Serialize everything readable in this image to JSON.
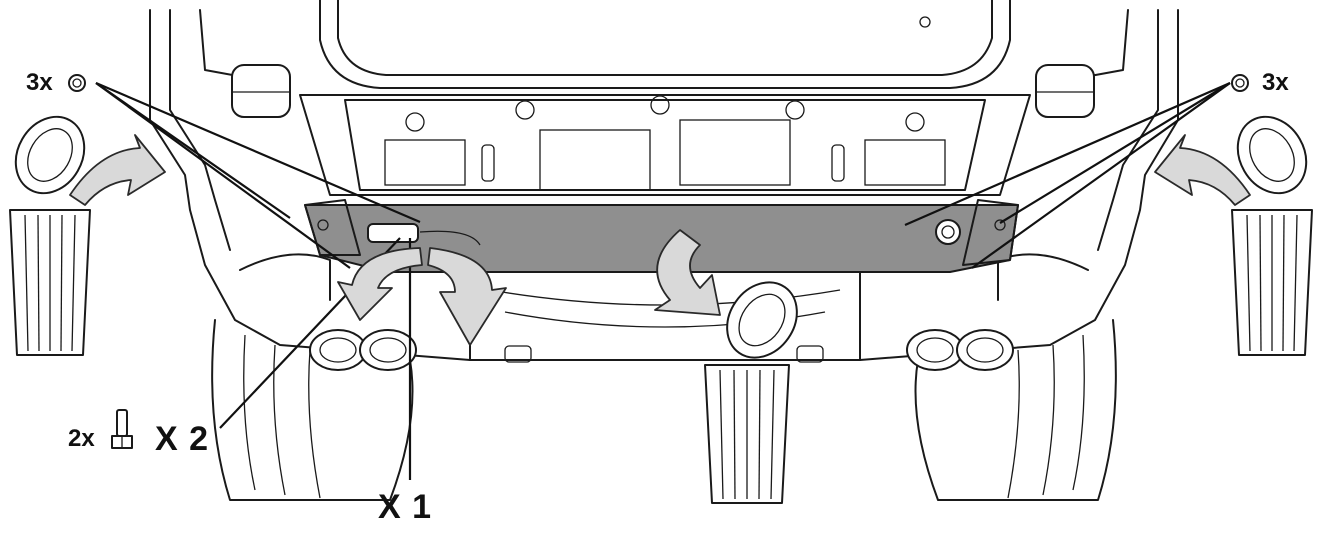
{
  "labels": {
    "left_nut_qty": "3x",
    "right_nut_qty": "3x",
    "bolt_qty": "2x",
    "position_x2": "X 2",
    "position_x1": "X 1"
  },
  "icons": {
    "nut": "hex-nut-icon",
    "bolt": "hex-bolt-icon",
    "waste_bin": "waste-bin-icon",
    "curved_arrow": "curved-arrow-icon"
  },
  "colors": {
    "removed_part": "#8f8f8f",
    "removal_arrow": "#d9d9d9",
    "outline": "#1a1a1a"
  }
}
